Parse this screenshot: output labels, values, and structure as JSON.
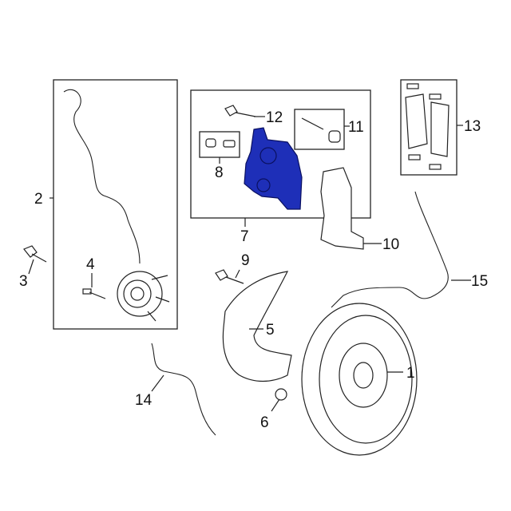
{
  "diagram": {
    "highlight_color": "#1e2fb8",
    "callouts": [
      {
        "id": "1",
        "part": "rotor"
      },
      {
        "id": "2",
        "part": "hub-and-sensor-group"
      },
      {
        "id": "3",
        "part": "hub-bolt"
      },
      {
        "id": "4",
        "part": "wheel-stud"
      },
      {
        "id": "5",
        "part": "splash-shield"
      },
      {
        "id": "6",
        "part": "shield-bolt"
      },
      {
        "id": "7",
        "part": "caliper-group"
      },
      {
        "id": "8",
        "part": "bleeder-kit"
      },
      {
        "id": "9",
        "part": "bracket-bolt"
      },
      {
        "id": "10",
        "part": "caliper-bracket"
      },
      {
        "id": "11",
        "part": "guide-pin-kit"
      },
      {
        "id": "12",
        "part": "caliper-bolt"
      },
      {
        "id": "13",
        "part": "brake-pads"
      },
      {
        "id": "14",
        "part": "brake-hose"
      },
      {
        "id": "15",
        "part": "wear-sensor"
      }
    ]
  }
}
